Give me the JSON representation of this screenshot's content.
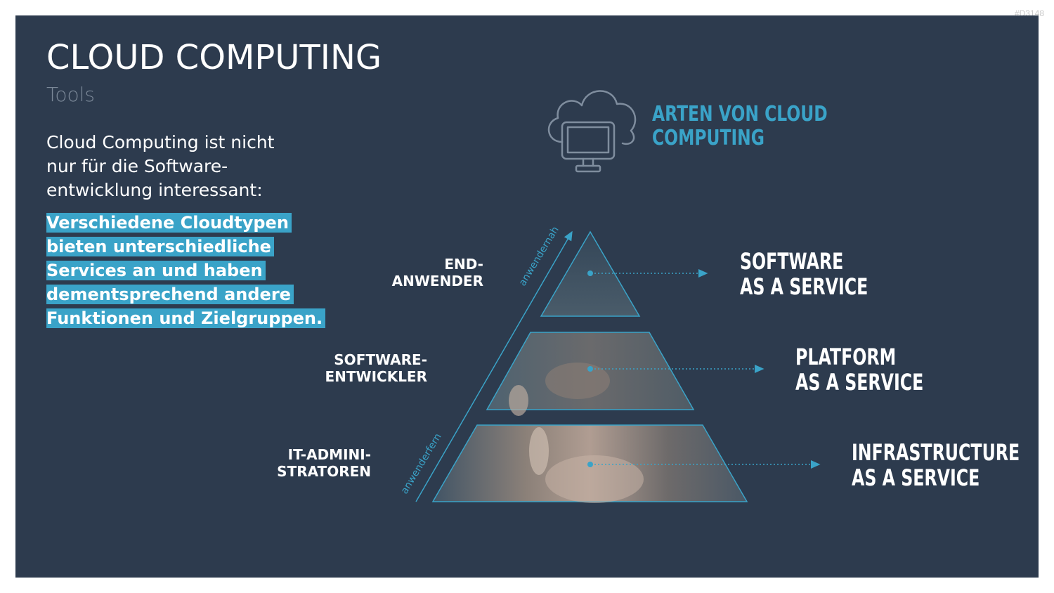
{
  "slide_id": "#D3148",
  "header": {
    "title": "CLOUD COMPUTING",
    "subtitle": "Tools"
  },
  "body": {
    "intro": "Cloud Computing ist nicht nur für die Software-entwicklung interessant:",
    "highlight": "Verschiedene Cloudtypen bieten unterschiedliche Services an und haben dementsprechend andere Funktionen und Zielgruppen."
  },
  "diagram": {
    "heading_line1": "ARTEN VON CLOUD",
    "heading_line2": "COMPUTING",
    "axis_label_top": "anwendernah",
    "axis_label_bottom": "anwenderfern",
    "roles": [
      {
        "line1": "END-",
        "line2": "ANWENDER"
      },
      {
        "line1": "SOFTWARE-",
        "line2": "ENTWICKLER"
      },
      {
        "line1": "IT-ADMINI-",
        "line2": "STRATOREN"
      }
    ],
    "services": [
      {
        "line1": "SOFTWARE",
        "line2": "AS A SERVICE"
      },
      {
        "line1": "PLATFORM",
        "line2": "AS A SERVICE"
      },
      {
        "line1": "INFRASTRUCTURE",
        "line2": "AS A SERVICE"
      }
    ]
  },
  "colors": {
    "background": "#2d3b4e",
    "accent": "#3aa3c8",
    "text": "#ffffff",
    "muted": "#7b8898"
  },
  "icons": [
    "cloud-computer-icon"
  ]
}
